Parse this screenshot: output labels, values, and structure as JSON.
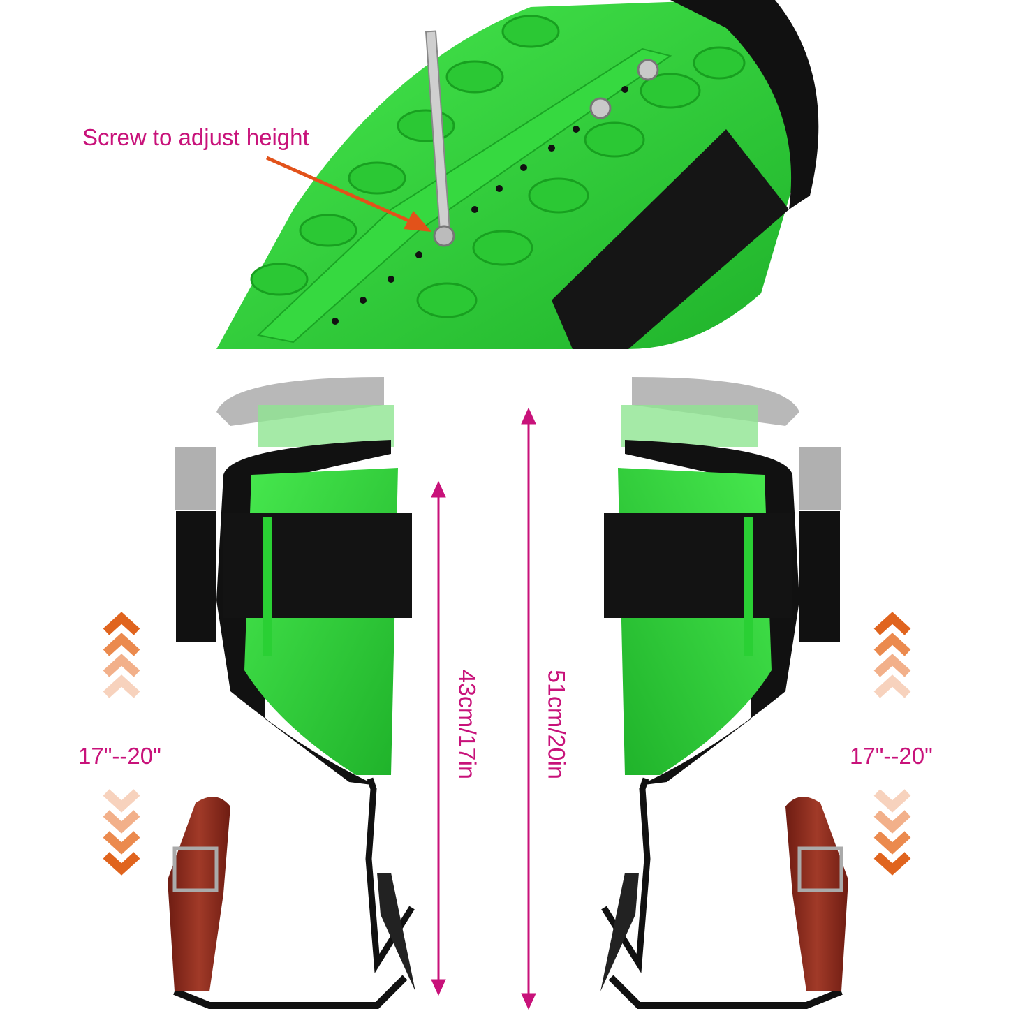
{
  "labels": {
    "screw_note": "Screw to adjust height",
    "height_short": "43cm/17in",
    "height_tall": "51cm/20in",
    "range_left": "17\"--20\"",
    "range_right": "17\"--20\""
  },
  "colors": {
    "label": "#c8127a",
    "arrow": "#e2521a",
    "green": "#2fd23a",
    "strap": "#111111",
    "leather": "#8e2a1e",
    "ghost": "#b8b8b8"
  }
}
